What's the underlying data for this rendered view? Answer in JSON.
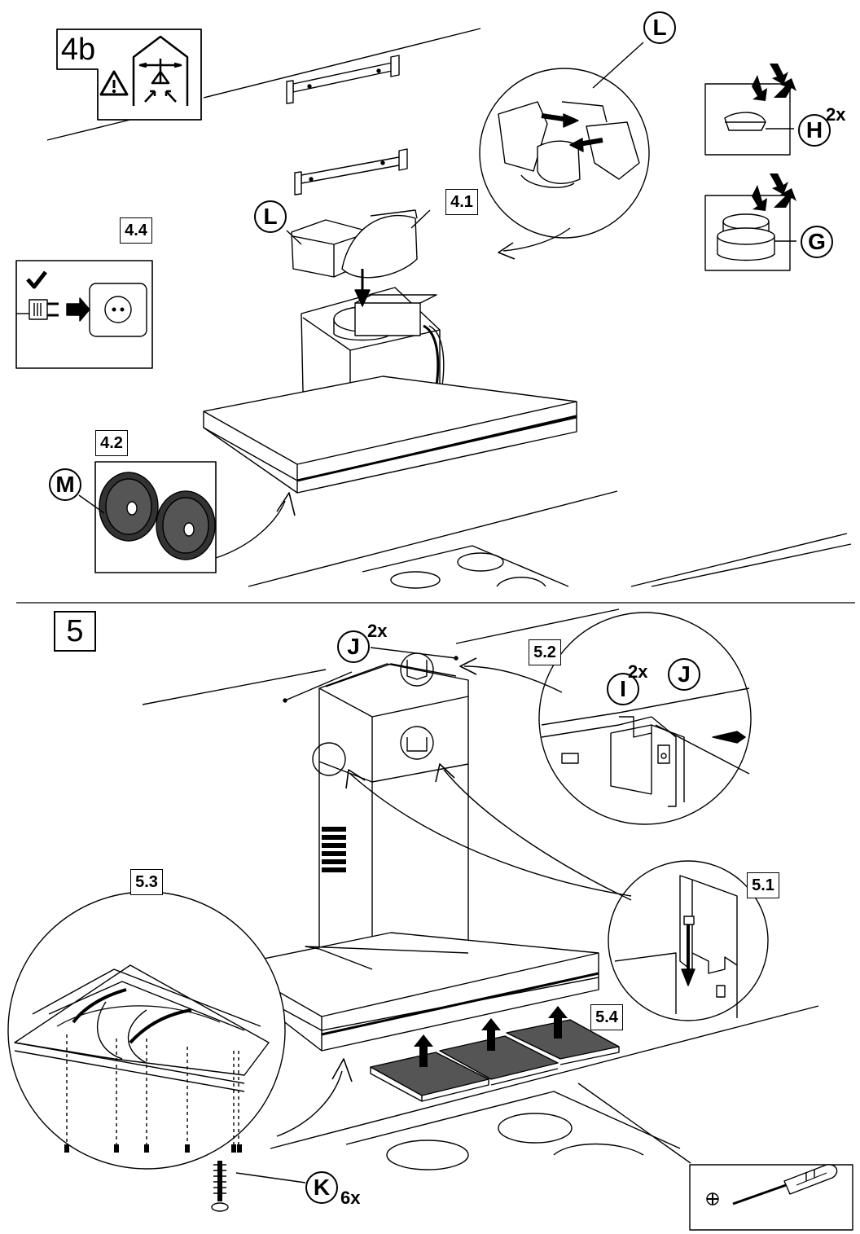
{
  "steps": {
    "step4b": "4b",
    "step5": "5",
    "s4_1": "4.1",
    "s4_2": "4.2",
    "s4_4": "4.4",
    "s5_1": "5.1",
    "s5_2": "5.2",
    "s5_3": "5.3",
    "s5_4": "5.4"
  },
  "parts": {
    "L_top": "L",
    "L_left": "L",
    "H": "H",
    "H_qty": "2x",
    "G": "G",
    "M": "M",
    "J_top": "J",
    "J_top_qty": "2x",
    "I": "I",
    "I_qty": "2x",
    "J_detail": "J",
    "K": "K",
    "K_qty": "6x"
  },
  "icons": [
    "warning-triangle-icon",
    "house-air-circulation-icon",
    "recycle-icon",
    "checkmark-icon",
    "plug-socket-icon",
    "screwdriver-icon",
    "phillips-head-icon"
  ]
}
